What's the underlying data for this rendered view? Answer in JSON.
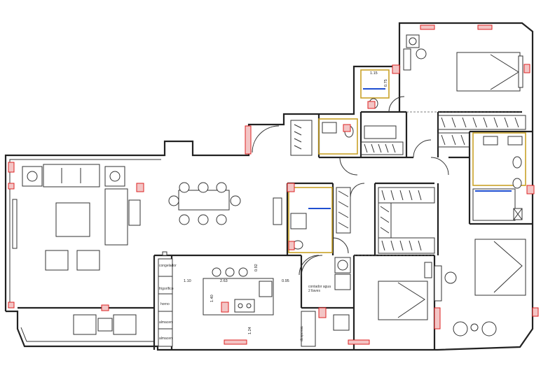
{
  "plan": {
    "dimensions": {
      "d1": "1.10",
      "d2": "2.63",
      "d3": "0.95",
      "d4": "0.92",
      "d5": "1.40",
      "d6": "1.24",
      "d7": "1.15",
      "d8": "0.75"
    },
    "kitchen_units": [
      "congelador",
      "frigorífico",
      "horno",
      "almacen",
      "almacen"
    ],
    "utility_label_1": "contador agua",
    "utility_label_2": "2 llaves",
    "pantry_label": "despensa"
  },
  "colors": {
    "walls": "#222222",
    "window_marks": "#d22222",
    "bath_fixtures": "#c9a227",
    "shower_bar": "#1f4fd1"
  }
}
